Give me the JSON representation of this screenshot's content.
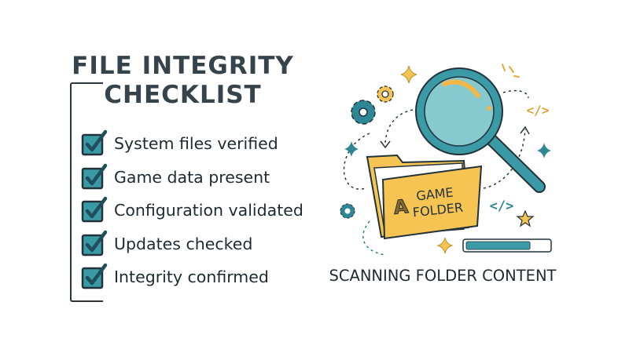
{
  "checklist": {
    "title_line1": "FILE INTEGRITY",
    "title_line2": "CHECKLIST",
    "items": [
      {
        "label": "System files verified",
        "checked": true
      },
      {
        "label": "Game data present",
        "checked": true
      },
      {
        "label": "Configuration validated",
        "checked": true
      },
      {
        "label": "Updates checked",
        "checked": true
      },
      {
        "label": "Integrity confirmed",
        "checked": true
      }
    ]
  },
  "illustration": {
    "folder_logo": "A",
    "folder_label_line1": "GAME",
    "folder_label_line2": "FOLDER",
    "code_symbol": "</>",
    "progress": 0.78,
    "caption": "SCANNING FOLDER CONTENT",
    "icons": [
      "magnifying-glass-icon",
      "folder-icon",
      "gear-icon",
      "sparkle-icon",
      "star-icon",
      "code-icon",
      "progress-bar"
    ]
  },
  "colors": {
    "teal": "#3a9aa6",
    "teal_dark": "#2a7d89",
    "yellow": "#f6c453",
    "ink": "#2b353b"
  }
}
